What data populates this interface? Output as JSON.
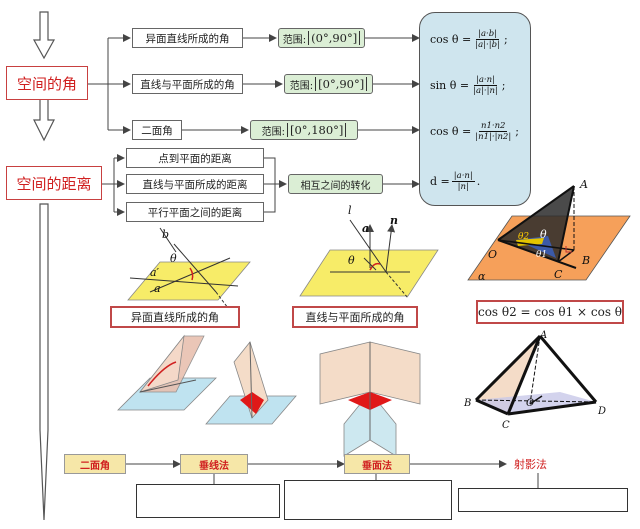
{
  "main_topics": {
    "angle": "空间的角",
    "distance": "空间的距离"
  },
  "angle_types": [
    {
      "label": "异面直线所成的角",
      "range_prefix": "范围:",
      "range": "(0°,90°]"
    },
    {
      "label": "直线与平面所成的角",
      "range_prefix": "范围:",
      "range": "[0°,90°]"
    },
    {
      "label": "二面角",
      "range_prefix": "范围:",
      "range": "[0°,180°]"
    }
  ],
  "distance_types": [
    "点到平面的距离",
    "直线与平面所成的距离",
    "平行平面之间的距离"
  ],
  "conversion_label": "相互之间的转化",
  "formulas": {
    "skew": {
      "lhs": "cos θ =",
      "num": "|a·b|",
      "den": "|a|·|b|",
      "end": ";"
    },
    "line_plane": {
      "lhs": "sin θ =",
      "num": "|a·n|",
      "den": "|a|·|n|",
      "end": ";"
    },
    "dihedral": {
      "lhs": "cos θ =",
      "num": "n1·n2",
      "den": "|n1|·|n2|",
      "end": ";"
    },
    "distance": {
      "lhs": "d =",
      "num": "|a·n|",
      "den": "|n|",
      "end": "."
    }
  },
  "figure_captions": {
    "skew": "异面直线所成的角",
    "line_plane": "直线与平面所成的角",
    "projection": "cos θ2 = cos θ1 × cos θ"
  },
  "figure_labels": {
    "skew": [
      "b",
      "θ",
      "a′",
      "a"
    ],
    "line_plane": [
      "l",
      "a",
      "n",
      "θ"
    ],
    "projection": [
      "A",
      "θ2",
      "θ",
      "θ1",
      "O",
      "α",
      "C",
      "B"
    ],
    "pyramid": [
      "A",
      "B",
      "C",
      "D",
      "O"
    ]
  },
  "bottom_row": {
    "dihedral": "二面角",
    "methods": [
      "垂线法",
      "垂面法",
      "射影法"
    ]
  }
}
